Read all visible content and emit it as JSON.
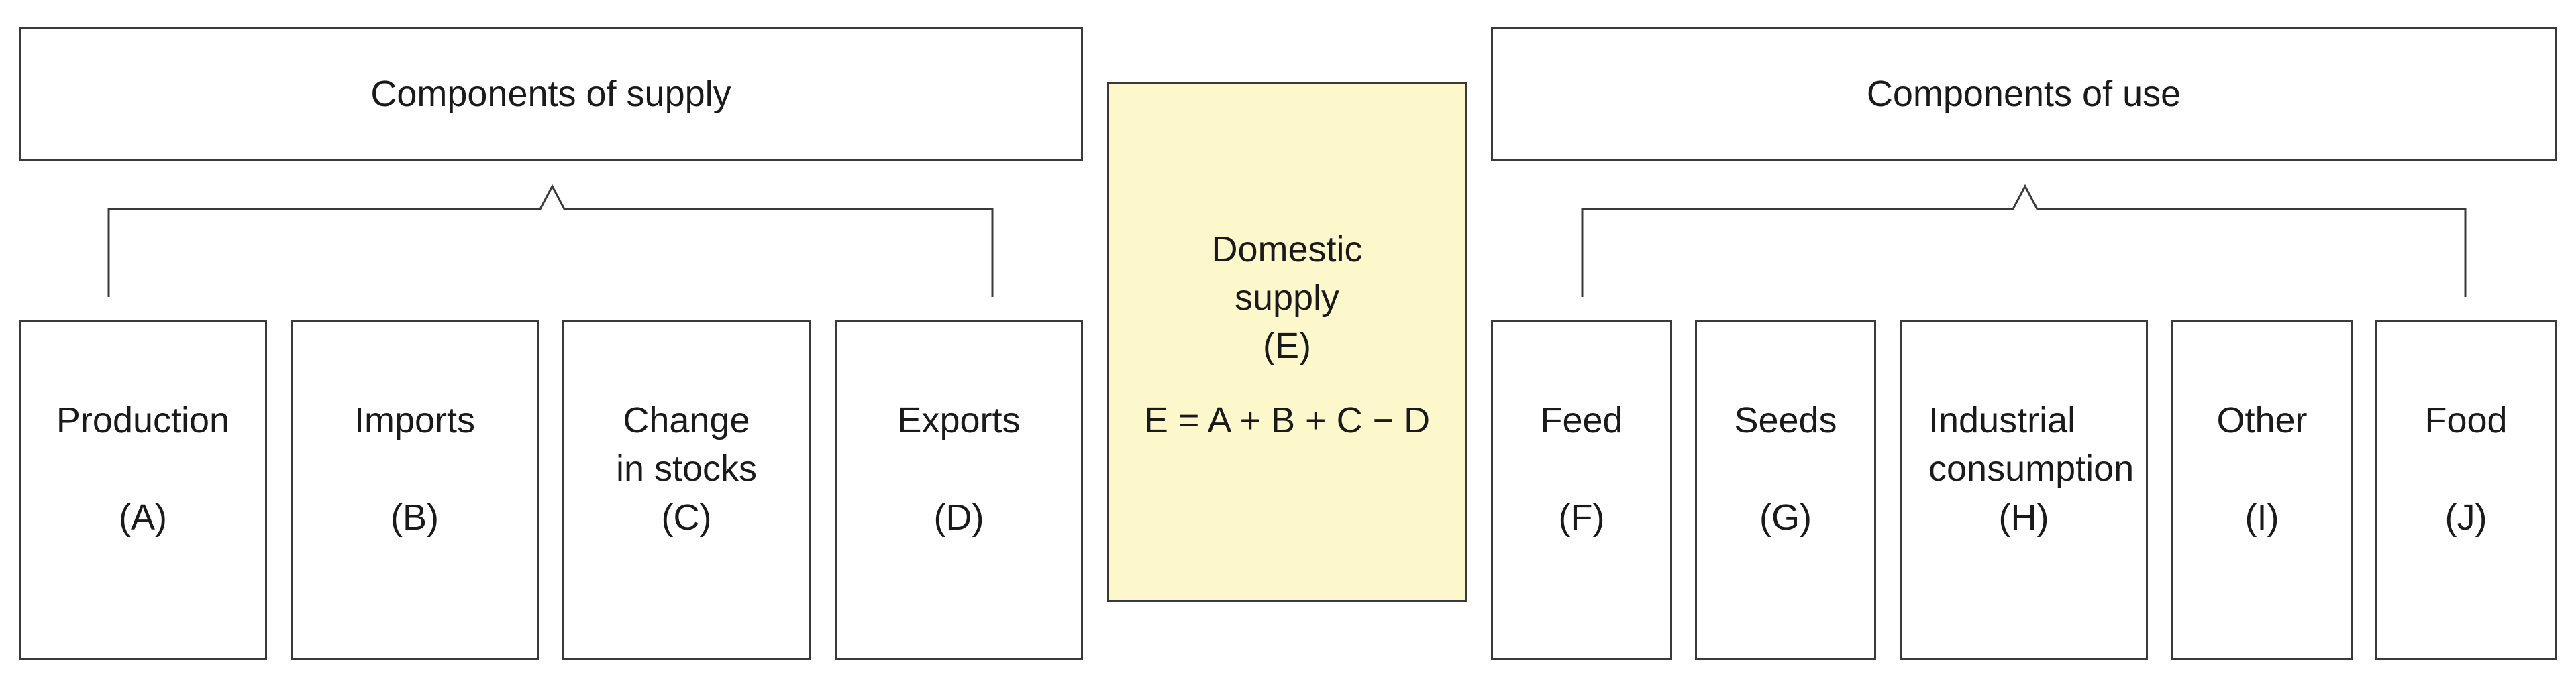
{
  "supply": {
    "header": "Components of supply",
    "items": [
      {
        "name": "Production",
        "code": "(A)"
      },
      {
        "name": "Imports",
        "code": "(B)"
      },
      {
        "name": "Change in stocks",
        "code": "(C)"
      },
      {
        "name": "Exports",
        "code": "(D)"
      }
    ]
  },
  "center": {
    "title": "Domestic supply",
    "code": "(E)",
    "formula": "E = A + B + C − D"
  },
  "use": {
    "header": "Components of use",
    "items": [
      {
        "name": "Feed",
        "code": "(F)"
      },
      {
        "name": "Seeds",
        "code": "(G)"
      },
      {
        "name": "Industrial consumption",
        "code": "(H)"
      },
      {
        "name": "Other",
        "code": "(I)"
      },
      {
        "name": "Food",
        "code": "(J)"
      }
    ]
  },
  "colors": {
    "center_fill": "#fcf8cc",
    "border": "#3a3a3a"
  }
}
